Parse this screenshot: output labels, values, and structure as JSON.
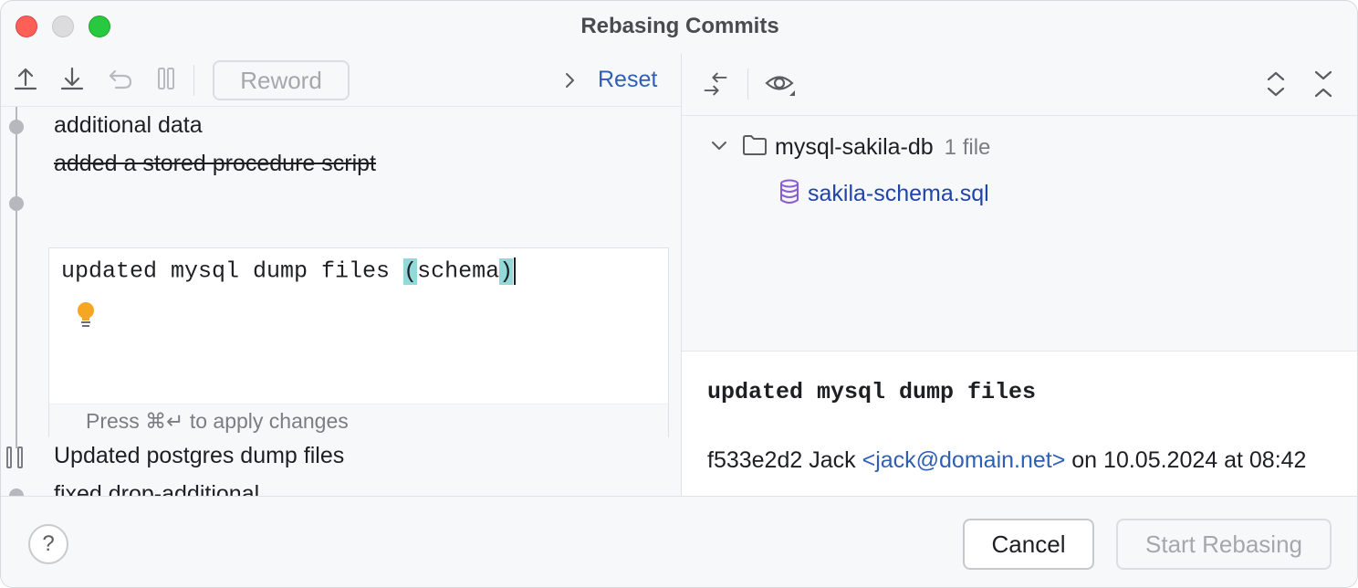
{
  "window": {
    "title": "Rebasing Commits"
  },
  "toolbar": {
    "reword_label": "Reword",
    "reset_label": "Reset"
  },
  "commits": [
    {
      "label": "additional data"
    },
    {
      "label": "added a stored procedure script"
    },
    {
      "label": "updated mysql dump files (schema)"
    },
    {
      "label": "Updated postgres dump files"
    },
    {
      "label": "fixed drop-additional"
    }
  ],
  "editor": {
    "text_before": "updated mysql dump files ",
    "paren_open": "(",
    "paren_inner": "schema",
    "paren_close": ")",
    "hint": "Press ⌘↵ to apply changes"
  },
  "changes": {
    "folder_name": "mysql-sakila-db",
    "folder_count": "1 file",
    "file_name": "sakila-schema.sql"
  },
  "details": {
    "subject": "updated mysql dump files",
    "hash": "f533e2d2",
    "author": "Jack",
    "email": "<jack@domain.net>",
    "date_text": "on 10.05.2024 at 08:42"
  },
  "footer": {
    "help_label": "?",
    "cancel_label": "Cancel",
    "start_label": "Start Rebasing"
  },
  "colors": {
    "link": "#2f5fb5",
    "file_link": "#2044a8",
    "paren_highlight": "#93d9d9",
    "bulb": "#f5a623",
    "database_icon": "#8a5cd6"
  }
}
